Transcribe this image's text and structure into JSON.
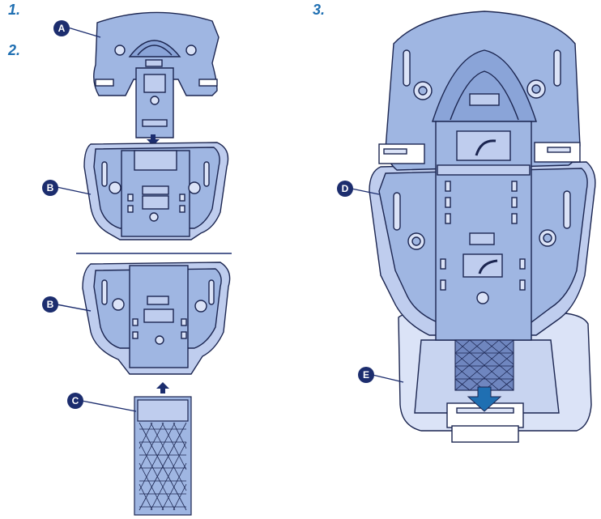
{
  "steps": {
    "s1": "1.",
    "s2": "2.",
    "s3": "3."
  },
  "callouts": {
    "a": "A",
    "b1": "B",
    "b2": "B",
    "c": "C",
    "d": "D",
    "e": "E"
  },
  "colors": {
    "part_fill": "#9fb6e2",
    "part_fill_light": "#bfcdee",
    "part_fill_pale": "#dbe3f7",
    "outline": "#1b2550",
    "step_number": "#1f6fb2",
    "callout_fill": "#1c2d6e"
  }
}
